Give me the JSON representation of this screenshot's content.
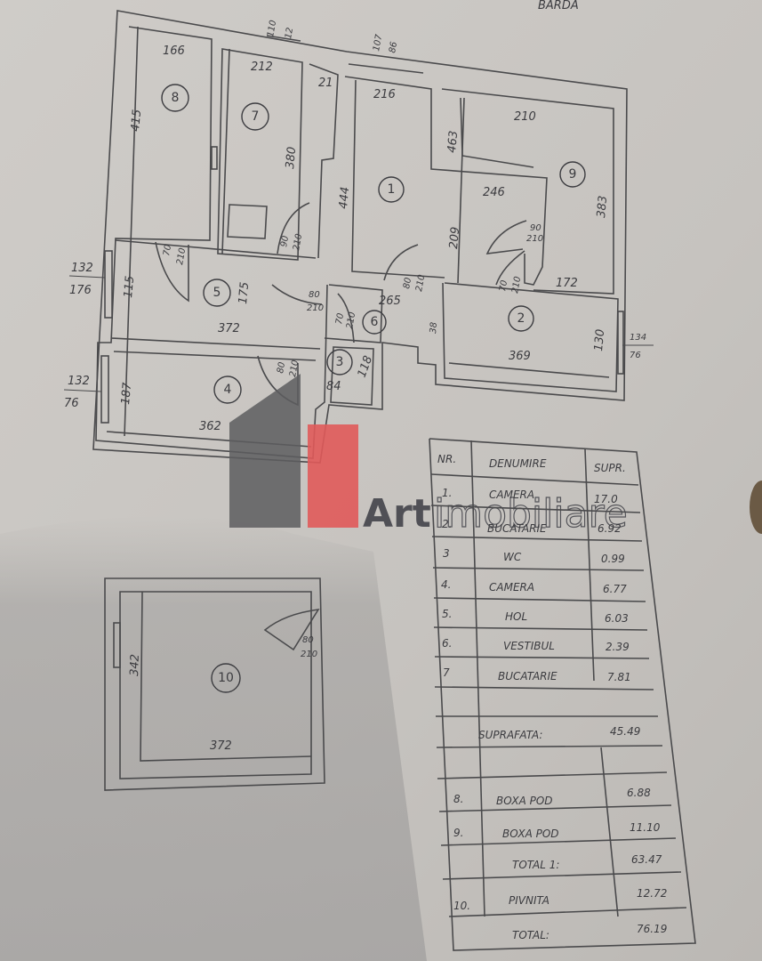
{
  "header_text": "BARDA",
  "watermark": {
    "text_bold": "Art",
    "text_light": "imobiliare",
    "colors": {
      "gray": "#5d5d5f",
      "red": "#e05a5a"
    }
  },
  "rooms": [
    "1",
    "2",
    "3",
    "4",
    "5",
    "6",
    "7",
    "8",
    "9",
    "10"
  ],
  "dimensions": {
    "d166": "166",
    "d212": "212",
    "d21": "21",
    "d216": "216",
    "d210": "210",
    "d463": "463",
    "d246": "246",
    "d209": "209",
    "d383": "383",
    "d172": "172",
    "d369": "369",
    "d130": "130",
    "d444": "444",
    "d380": "380",
    "d415": "415",
    "d175": "175",
    "d372": "372",
    "d362": "362",
    "d187": "187",
    "d115": "115",
    "d84": "84",
    "d118": "118",
    "d265": "265",
    "d342": "342",
    "d372b": "372",
    "d38": "38"
  },
  "windows": {
    "w1": [
      "110",
      "12"
    ],
    "w2": [
      "107",
      "86"
    ],
    "w3": [
      "132",
      "176"
    ],
    "w4": [
      "132",
      "76"
    ],
    "w5": [
      "134",
      "76"
    ]
  },
  "doors": {
    "a": [
      "70",
      "210"
    ],
    "b": [
      "90",
      "210"
    ],
    "c": [
      "80",
      "210"
    ],
    "d": [
      "80",
      "210"
    ],
    "e": [
      "70",
      "210"
    ],
    "f": [
      "80",
      "210"
    ],
    "g": [
      "70",
      "210"
    ],
    "h": [
      "90",
      "210"
    ],
    "i": [
      "80",
      "210"
    ]
  },
  "table": {
    "headers": {
      "nr": "NR.",
      "name": "DENUMIRE",
      "area": "SUPR."
    },
    "rows": [
      {
        "nr": "1.",
        "name": "CAMERA",
        "area": "17.0"
      },
      {
        "nr": "2.",
        "name": "BUCATARIE",
        "area": "6.92"
      },
      {
        "nr": "3",
        "name": "WC",
        "area": "0.99"
      },
      {
        "nr": "4.",
        "name": "CAMERA",
        "area": "6.77"
      },
      {
        "nr": "5.",
        "name": "HOL",
        "area": "6.03"
      },
      {
        "nr": "6.",
        "name": "VESTIBUL",
        "area": "2.39"
      },
      {
        "nr": "7",
        "name": "BUCATARIE",
        "area": "7.81"
      }
    ],
    "suprafata": {
      "label": "SUPRAFATA:",
      "value": "45.49"
    },
    "extra": [
      {
        "nr": "8.",
        "name": "BOXA POD",
        "area": "6.88"
      },
      {
        "nr": "9.",
        "name": "BOXA POD",
        "area": "11.10"
      }
    ],
    "total1": {
      "label": "TOTAL 1:",
      "value": "63.47"
    },
    "pivnita": {
      "nr": "10.",
      "name": "PIVNITA",
      "area": "12.72"
    },
    "total": {
      "label": "TOTAL:",
      "value": "76.19"
    }
  }
}
